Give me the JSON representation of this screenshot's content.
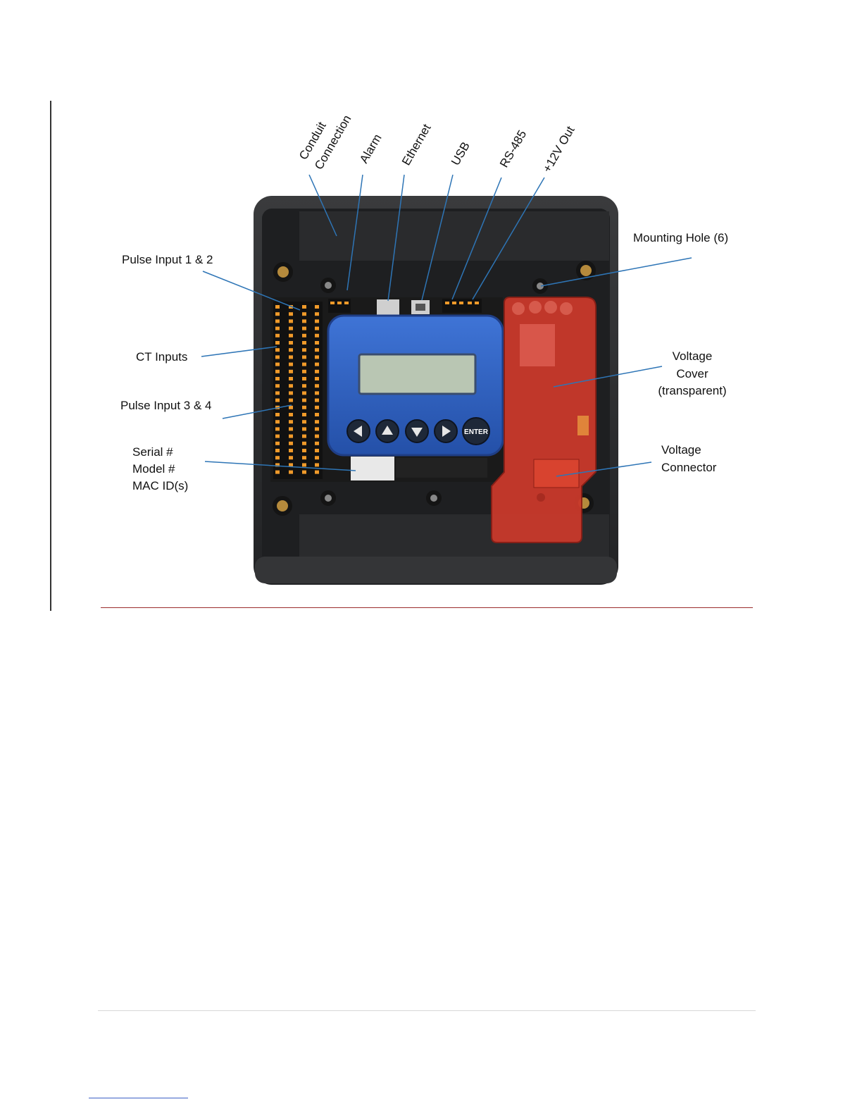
{
  "figure": {
    "callouts_top": {
      "conduit_line1": "Conduit",
      "conduit_line2": "Connection",
      "alarm": "Alarm",
      "ethernet": "Ethernet",
      "usb": "USB",
      "rs485": "RS-485",
      "v12out": "+12V Out"
    },
    "callouts_left": {
      "pulse12": "Pulse Input 1 & 2",
      "ct_inputs": "CT Inputs",
      "pulse34": "Pulse Input 3 & 4",
      "serial": "Serial #",
      "model": "Model #",
      "mac": "MAC ID(s)"
    },
    "callouts_right": {
      "mounting_hole": "Mounting Hole (6)",
      "voltage_cover_1": "Voltage",
      "voltage_cover_2": "Cover",
      "voltage_cover_3": "(transparent)",
      "voltage_connector_1": "Voltage",
      "voltage_connector_2": "Connector"
    },
    "keypad": {
      "enter_label": "ENTER"
    }
  },
  "colors": {
    "enclosure": "#2b2c2e",
    "display_bezel": "#2f5fc0",
    "lcd": "#b9c6b3",
    "voltage_cover": "#c9392b",
    "terminal_orange": "#f09a2a",
    "leader_line": "#2e75b6",
    "red_rule": "#9b2c2c"
  }
}
